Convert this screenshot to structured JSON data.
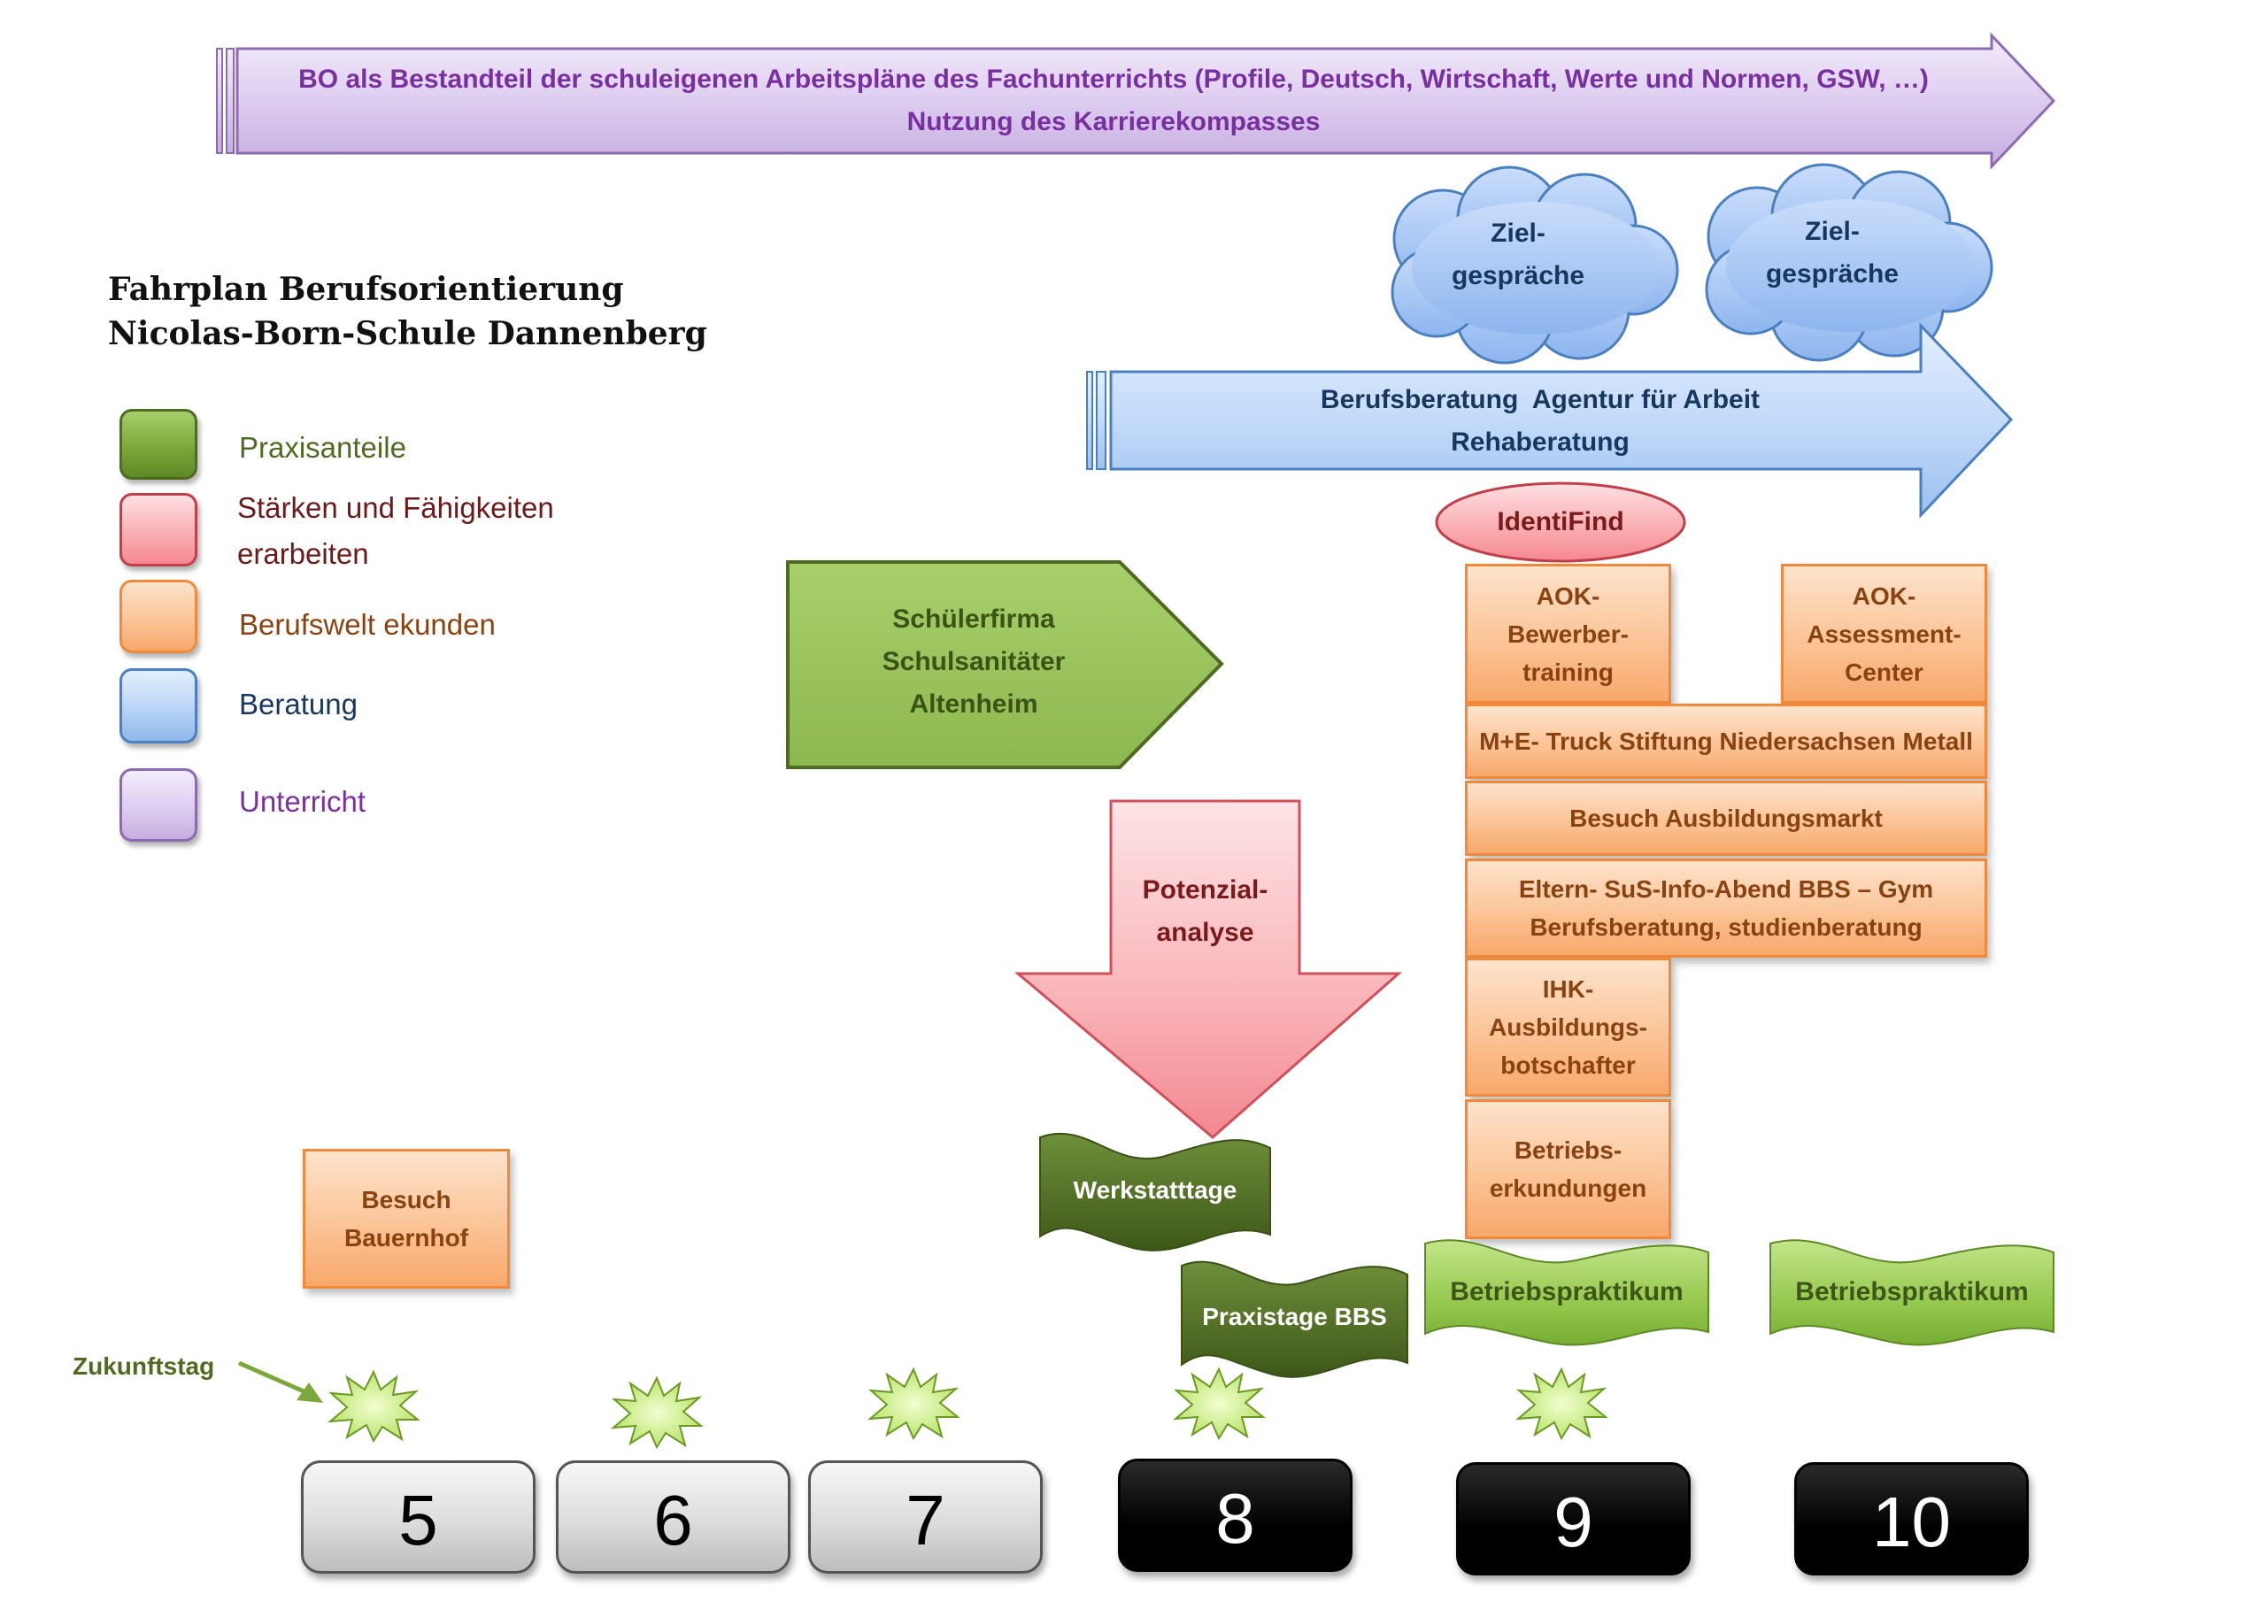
{
  "header_arrow": {
    "line1": "BO als Bestandteil der schuleigenen Arbeitspläne des Fachunterrichts (Profile, Deutsch, Wirtschaft, Werte und Normen, GSW, …)",
    "line2": "Nutzung des Karrierekompasses"
  },
  "title": {
    "line1": "Fahrplan Berufsorientierung",
    "line2": "Nicolas-Born-Schule Dannenberg"
  },
  "legend": [
    {
      "label": "Praxisanteile",
      "color": "#7aa83a"
    },
    {
      "label": "Stärken und Fähigkeiten",
      "label2": "erarbeiten",
      "color": "#f5888f"
    },
    {
      "label": "Berufswelt ekunden",
      "color": "#f9b47a"
    },
    {
      "label": "Beratung",
      "color": "#8fb8ea"
    },
    {
      "label": "Unterricht",
      "color": "#c9b2e4"
    }
  ],
  "clouds": [
    {
      "line1": "Ziel-",
      "line2": "gespräche"
    },
    {
      "line1": "Ziel-",
      "line2": "gespräche"
    }
  ],
  "beratung_arrow": {
    "line1": "Berufsberatung  Agentur für Arbeit",
    "line2": "Rehaberatung"
  },
  "identifind": "IdentiFind",
  "schuelerfirma": {
    "line1": "Schülerfirma",
    "line2": "Schulsanitäter",
    "line3": "Altenheim"
  },
  "potenzial": {
    "line1": "Potenzial-",
    "line2": "analyse"
  },
  "boxes": {
    "aok_bewerber": [
      "AOK-",
      "Bewerber-",
      "training"
    ],
    "aok_assessment": [
      "AOK-",
      "Assessment-",
      "Center"
    ],
    "truck": "M+E- Truck Stiftung Niedersachsen Metall",
    "ausbildungsmarkt": "Besuch Ausbildungsmarkt",
    "eltern": [
      "Eltern- SuS-Info-Abend BBS – Gym",
      "Berufsberatung, studienberatung"
    ],
    "ihk": [
      "IHK-",
      "Ausbildungs-",
      "botschafter"
    ],
    "betriebs": [
      "Betriebs-",
      "erkundungen"
    ],
    "bauernhof": [
      "Besuch",
      "Bauernhof"
    ]
  },
  "banners": {
    "werkstatt": "Werkstatttage",
    "praxistage": "Praxistage BBS",
    "praktikum9": "Betriebspraktikum",
    "praktikum10": "Betriebspraktikum"
  },
  "zukunftstag": "Zukunftstag",
  "years": [
    "5",
    "6",
    "7",
    "8",
    "9",
    "10"
  ],
  "colors": {
    "purple_text": "#7a2fa0",
    "blue_text": "#17375e",
    "green_dark": "#4f6b22",
    "green_light": "#8cc63f",
    "pink_text": "#7b1a1a",
    "orange_text": "#8a4310"
  }
}
